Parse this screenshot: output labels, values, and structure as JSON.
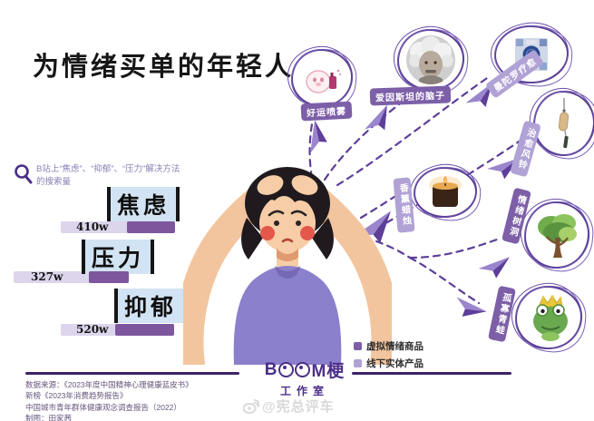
{
  "title": "为情绪买单的年轻人",
  "search_note": {
    "line1": "B站上“焦虑”、“抑郁”、“压力”解决方法",
    "line2": "的搜索量"
  },
  "chart_data": {
    "type": "bar",
    "title": "B站上“焦虑”、“抑郁”、“压力”解决方法的搜索量",
    "categories": [
      "焦虑",
      "压力",
      "抑郁"
    ],
    "values": [
      410,
      327,
      520
    ],
    "unit": "万 (w)",
    "value_labels": [
      "410w",
      "327w",
      "520w"
    ],
    "bar_colors": {
      "track": "#dcd5ec",
      "fill": "#7d569e"
    },
    "legend_position": "none",
    "grid": false
  },
  "keywords": [
    {
      "label": "焦虑",
      "value": "410w"
    },
    {
      "label": "压力",
      "value": "327w"
    },
    {
      "label": "抑郁",
      "value": "520w"
    }
  ],
  "products": [
    {
      "name": "好运喷雾",
      "category": "虚拟情绪商品"
    },
    {
      "name": "爱因斯坦的脑子",
      "category": "虚拟情绪商品"
    },
    {
      "name": "曼陀罗疗愈",
      "category": "线下实体产品"
    },
    {
      "name": "治愈风铃",
      "category": "线下实体产品"
    },
    {
      "name": "香薰蜡烛",
      "category": "线下实体产品"
    },
    {
      "name": "情绪树洞",
      "category": "虚拟情绪商品"
    },
    {
      "name": "孤寡青蛙",
      "category": "虚拟情绪商品"
    }
  ],
  "legend": [
    {
      "label": "虚拟情绪商品",
      "color": "#7d5fa8"
    },
    {
      "label": "线下实体产品",
      "color": "#b1a2d6"
    }
  ],
  "sources": [
    "数据来源：《2023年度中国精神心理健康蓝皮书》",
    "新榜《2023年消费趋势报告》",
    "中国城市青年群体健康观念调查报告（2022）",
    "制图：田家茜"
  ],
  "logo": {
    "b": "B",
    "mgeng": "M梗",
    "studio": "工作室"
  },
  "watermark": "@宪总评车",
  "colors": {
    "accent": "#5d3e99",
    "title": "#161616",
    "highlight": "#d2e4f3"
  }
}
